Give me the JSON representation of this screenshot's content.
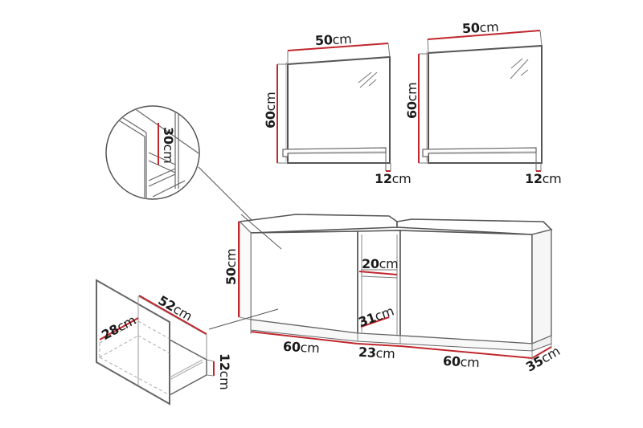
{
  "diagram": {
    "title": "Furniture set dimension drawing",
    "colors": {
      "outline": "#555555",
      "dimension_line": "#c0272d",
      "text": "#1a1a1a",
      "background": "#ffffff"
    },
    "mirror_left": {
      "width": {
        "num": "50",
        "unit": "cm"
      },
      "height": {
        "num": "60",
        "unit": "cm"
      },
      "shelf_depth": {
        "num": "12",
        "unit": "cm"
      }
    },
    "mirror_right": {
      "width": {
        "num": "50",
        "unit": "cm"
      },
      "height": {
        "num": "60",
        "unit": "cm"
      },
      "shelf_depth": {
        "num": "12",
        "unit": "cm"
      }
    },
    "detail_circle": {
      "inner_height": {
        "num": "30",
        "unit": "cm"
      }
    },
    "sideboard": {
      "height": {
        "num": "50",
        "unit": "cm"
      },
      "left_width": {
        "num": "60",
        "unit": "cm"
      },
      "middle_width": {
        "num": "23",
        "unit": "cm"
      },
      "right_width": {
        "num": "60",
        "unit": "cm"
      },
      "depth": {
        "num": "35",
        "unit": "cm"
      },
      "shelf_upper": {
        "num": "20",
        "unit": "cm"
      },
      "shelf_lower": {
        "num": "31",
        "unit": "cm"
      }
    },
    "drawer_detail": {
      "front_depth": {
        "num": "28",
        "unit": "cm"
      },
      "length": {
        "num": "52",
        "unit": "cm"
      },
      "height": {
        "num": "12",
        "unit": "cm"
      }
    }
  }
}
